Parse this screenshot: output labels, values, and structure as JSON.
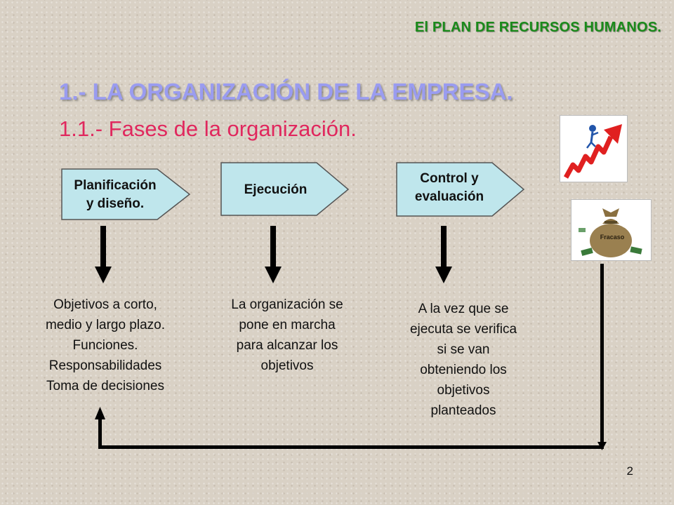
{
  "header": {
    "title": "El PLAN DE RECURSOS HUMANOS."
  },
  "slide": {
    "title": "1.- LA ORGANIZACIÓN DE LA EMPRESA.",
    "subtitle": "1.1.- Fases de la organización."
  },
  "phases": [
    {
      "label_lines": [
        "Planificación",
        "y diseño."
      ],
      "description_lines": [
        "Objetivos a corto,",
        "medio y largo plazo.",
        "Funciones.",
        "Responsabilidades",
        "Toma de decisiones"
      ]
    },
    {
      "label_lines": [
        "Ejecución"
      ],
      "description_lines": [
        "La organización se",
        "pone en marcha",
        "para alcanzar los",
        "objetivos"
      ]
    },
    {
      "label_lines": [
        "Control y",
        "evaluación"
      ],
      "description_lines": [
        "A la vez que se",
        "ejecuta se verifica",
        "si se van",
        "obteniendo los",
        "objetivos",
        "planteados"
      ]
    }
  ],
  "images": {
    "success_label": "",
    "failure_label": "Fracaso"
  },
  "colors": {
    "phase_fill": "#bfe6ec",
    "title_color": "#9a9cf0",
    "subtitle_color": "#e0285e",
    "header_color": "#1a8a1a",
    "arrow_red": "#e02020"
  },
  "page": {
    "number": "2"
  }
}
